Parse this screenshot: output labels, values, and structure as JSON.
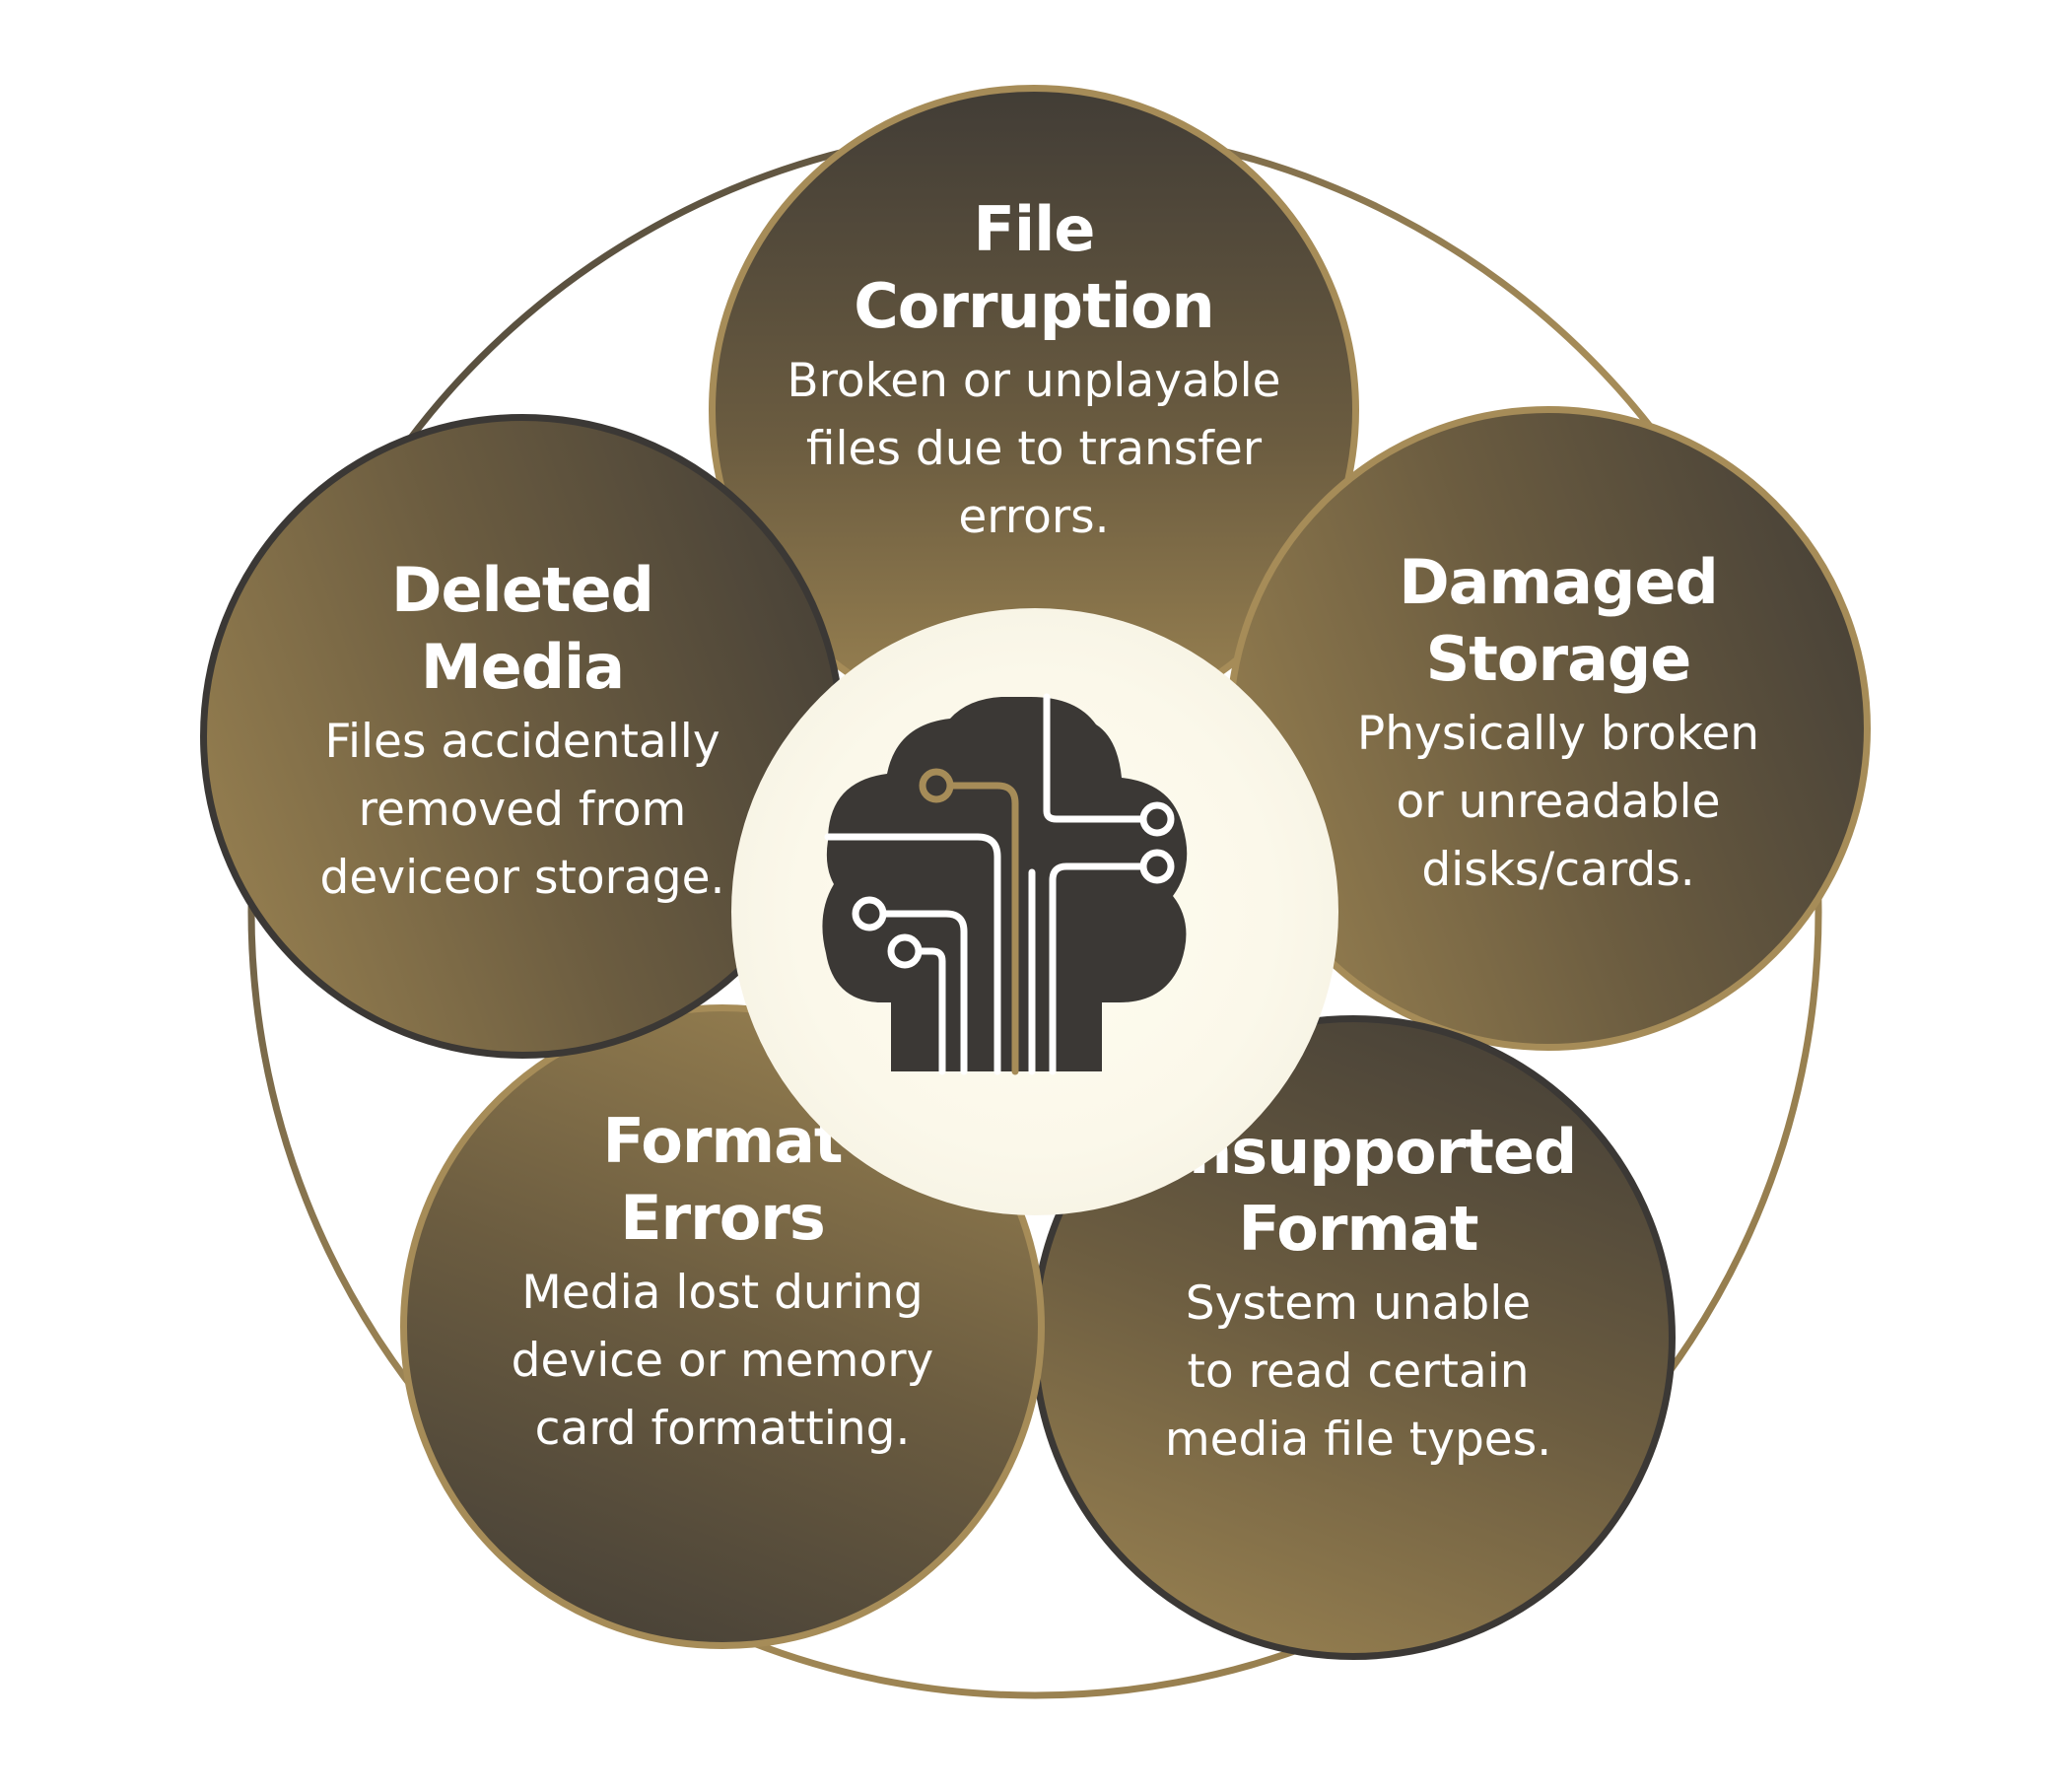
{
  "colors": {
    "gold": "#a68c58",
    "dark": "#3b3835",
    "gradient_light": "#9c8452",
    "gradient_dark": "#423d36",
    "text": "#ffffff",
    "icon_dark": "#3b3835",
    "icon_accent": "#a68c58"
  },
  "center": {
    "icon": "cloud-circuit-icon"
  },
  "nodes": [
    {
      "id": "file-corruption",
      "title_lines": [
        "File",
        "Corruption"
      ],
      "desc_lines": [
        "Broken or unplayable",
        "files due to transfer",
        "errors."
      ]
    },
    {
      "id": "damaged-storage",
      "title_lines": [
        "Damaged",
        "Storage"
      ],
      "desc_lines": [
        "Physically broken",
        "or unreadable",
        "disks/cards."
      ]
    },
    {
      "id": "unsupported-format",
      "title_lines": [
        "Unsupported",
        "Format"
      ],
      "desc_lines": [
        "System unable",
        "to read certain",
        "media file types."
      ]
    },
    {
      "id": "format-errors",
      "title_lines": [
        "Format",
        "Errors"
      ],
      "desc_lines": [
        "Media lost during",
        "device or memory",
        "card formatting."
      ]
    },
    {
      "id": "deleted-media",
      "title_lines": [
        "Deleted",
        "Media"
      ],
      "desc_lines": [
        "Files accidentally",
        "removed from",
        "deviceor storage."
      ]
    }
  ]
}
